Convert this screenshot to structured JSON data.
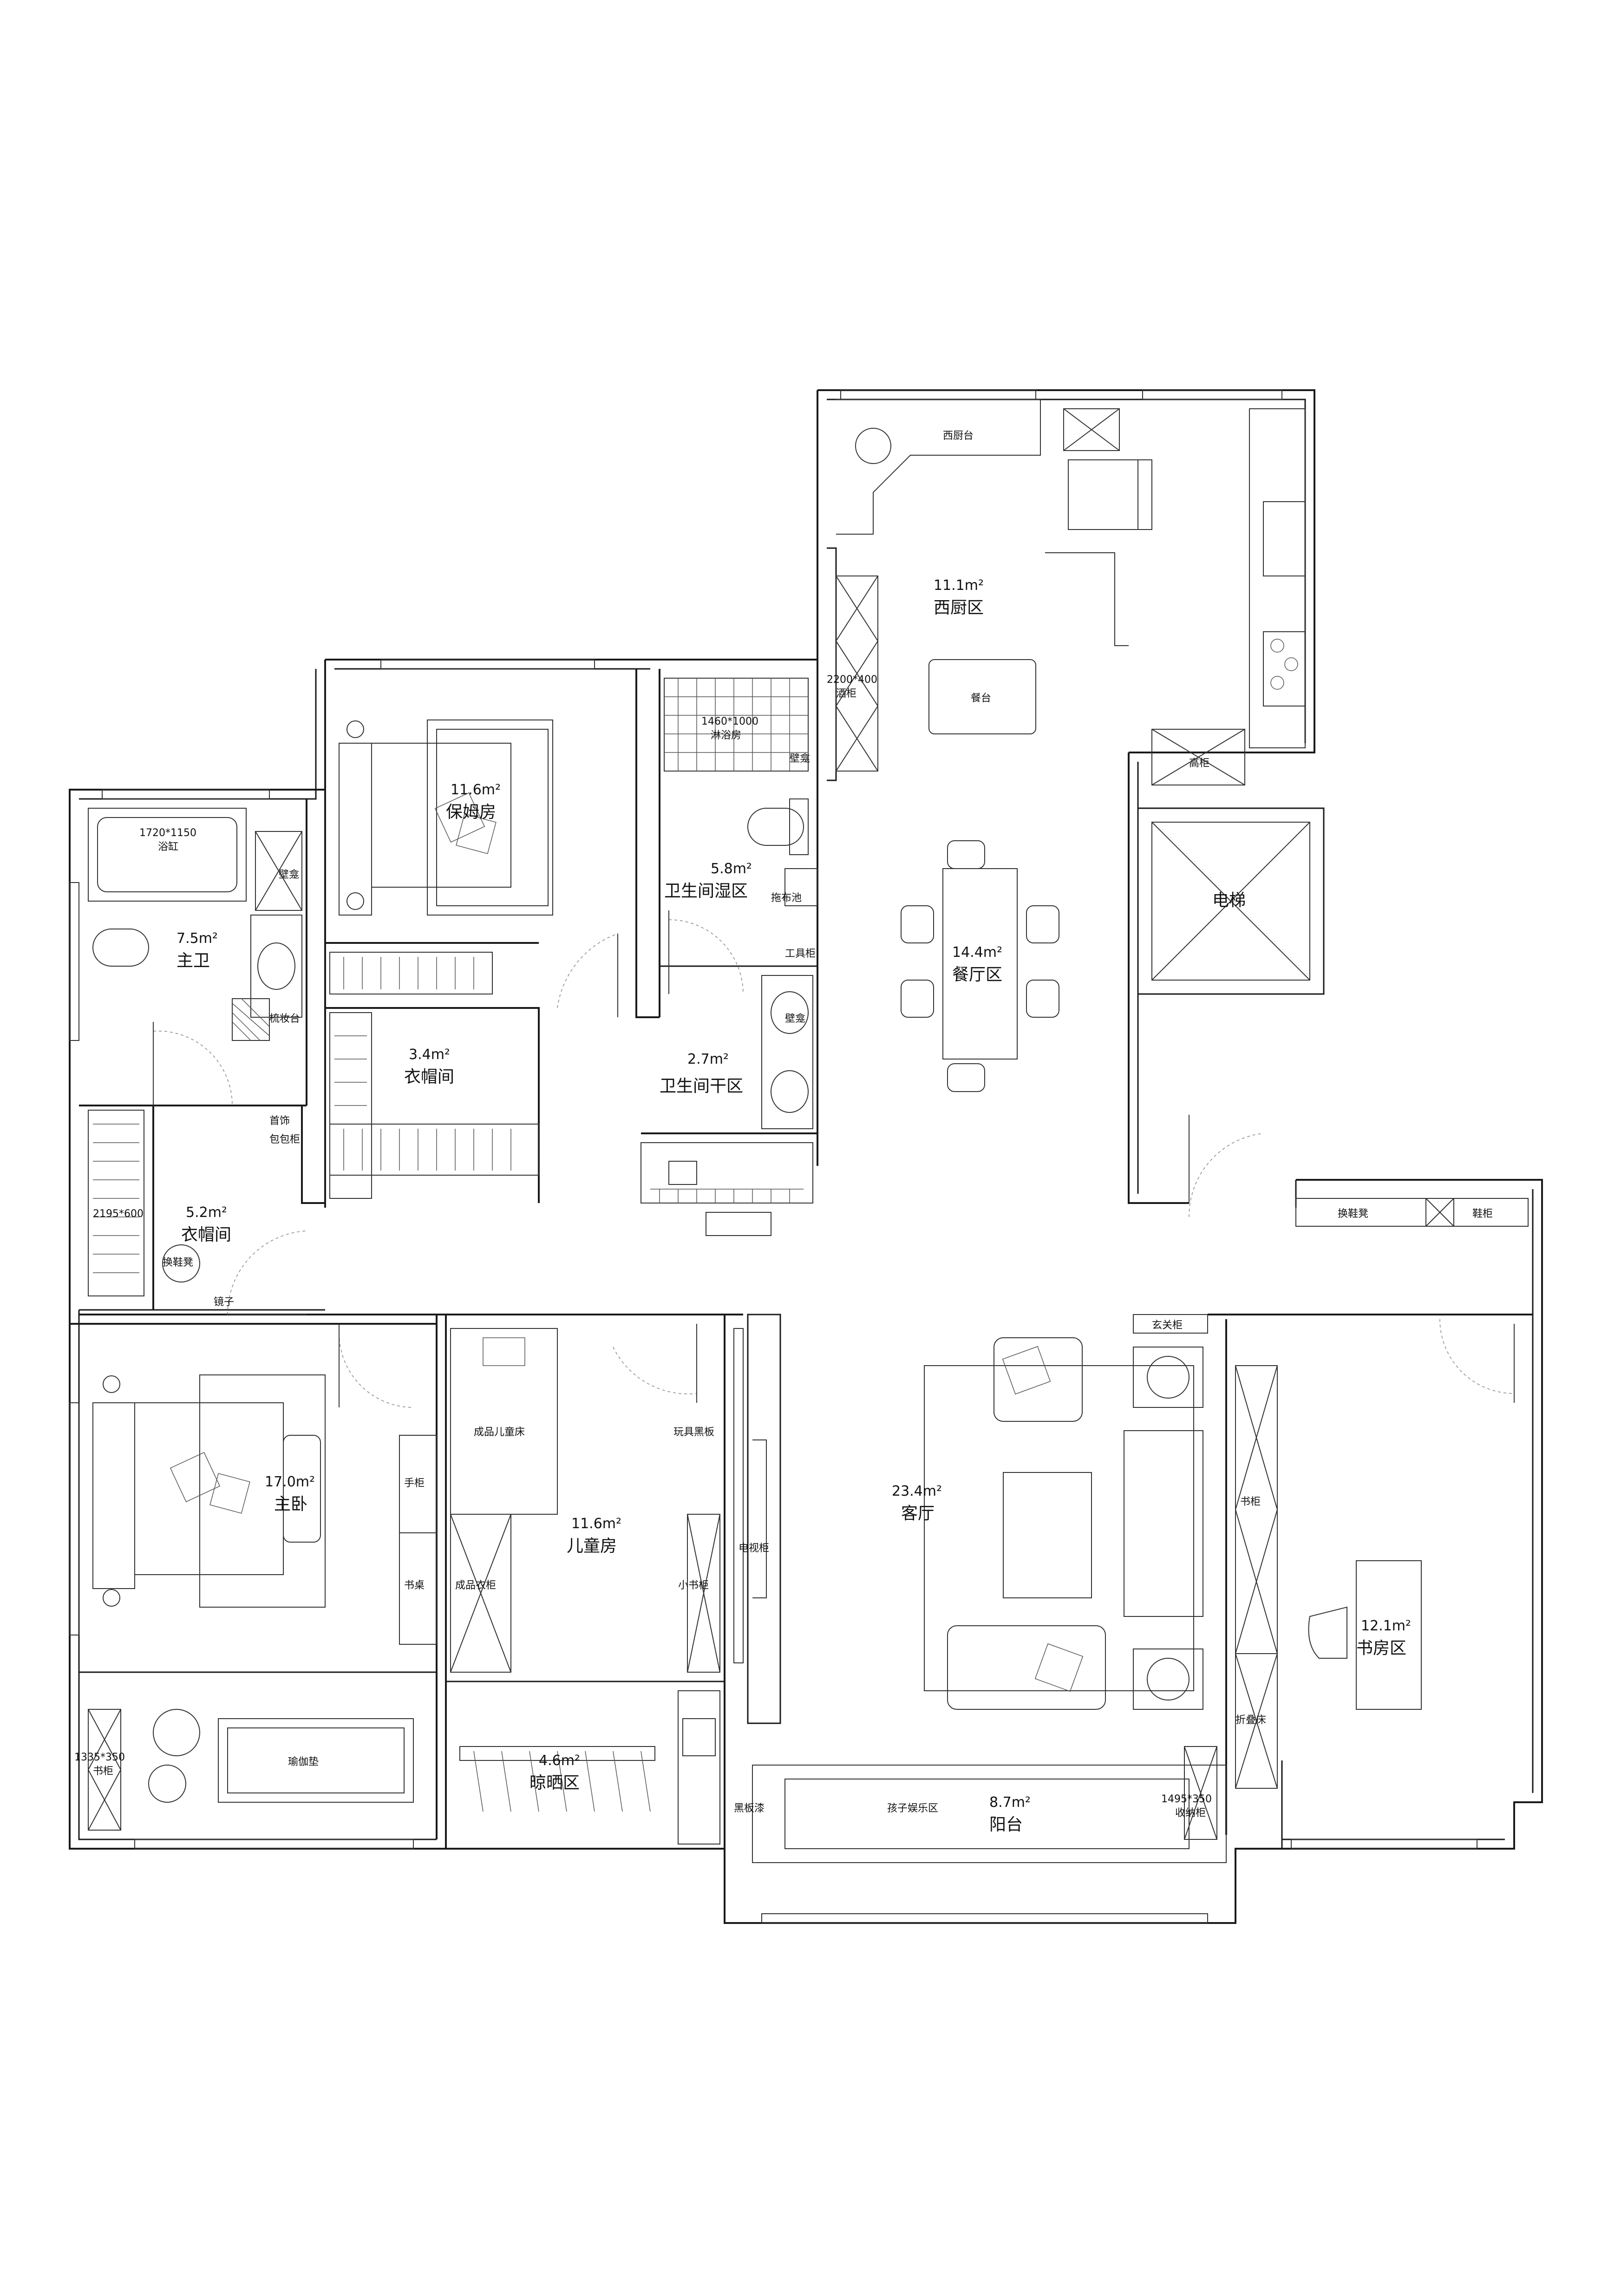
{
  "rooms": {
    "western_kitchen": {
      "area": "11.1m²",
      "name": "西厨区"
    },
    "dining": {
      "area": "14.4m²",
      "name": "餐厅区"
    },
    "nanny_room": {
      "area": "11.6m²",
      "name": "保姆房"
    },
    "wet_bath": {
      "area": "5.8m²",
      "name": "卫生间湿区"
    },
    "dry_bath": {
      "area": "2.7m²",
      "name": "卫生间干区"
    },
    "closet_small": {
      "area": "3.4m²",
      "name": "衣帽间"
    },
    "master_bath": {
      "area": "7.5m²",
      "name": "主卫"
    },
    "master_closet": {
      "area": "5.2m²",
      "name": "衣帽间"
    },
    "master_bedroom": {
      "area": "17.0m²",
      "name": "主卧"
    },
    "kids_room": {
      "area": "11.6m²",
      "name": "儿童房"
    },
    "drying": {
      "area": "4.6m²",
      "name": "晾晒区"
    },
    "living": {
      "area": "23.4m²",
      "name": "客厅"
    },
    "balcony": {
      "area": "8.7m²",
      "name": "阳台"
    },
    "study": {
      "area": "12.1m²",
      "name": "书房区"
    },
    "elevator": {
      "name": "电梯"
    }
  },
  "labels": {
    "west_counter": "西厨台",
    "island": "餐台",
    "tall_cabinet": "高柜",
    "wine_dim": "2200*400",
    "wine": "酒柜",
    "shower_dim": "1460*1000",
    "shower": "淋浴房",
    "niche1": "壁龛",
    "niche2": "壁龛",
    "niche3": "壁龛",
    "mop": "拖布池",
    "tool": "工具柜",
    "tub_dim": "1720*1150",
    "tub": "浴缸",
    "vanity": "梳妆台",
    "jewelry1": "首饰",
    "jewelry2": "包包柜",
    "closet_dim": "2195*600",
    "shoe_stool": "换鞋凳",
    "mirror": "镜子",
    "shoe_stool2": "换鞋凳",
    "shoe_cab": "鞋柜",
    "entry_cab": "玄关柜",
    "kids_bed": "成品儿童床",
    "toy_board": "玩具黑板",
    "hand_cab": "手柜",
    "desk": "书桌",
    "kids_wardrobe": "成品衣柜",
    "small_book": "小书柜",
    "tv_cab": "电视柜",
    "bookcase": "书柜",
    "folding_bed": "折叠床",
    "bookshelf_dim": "1335*350",
    "bookshelf": "书柜",
    "yoga": "瑜伽垫",
    "kids_play": "孩子娱乐区",
    "blackboard": "黑板漆",
    "storage_dim": "1495*350",
    "storage": "收纳柜"
  }
}
